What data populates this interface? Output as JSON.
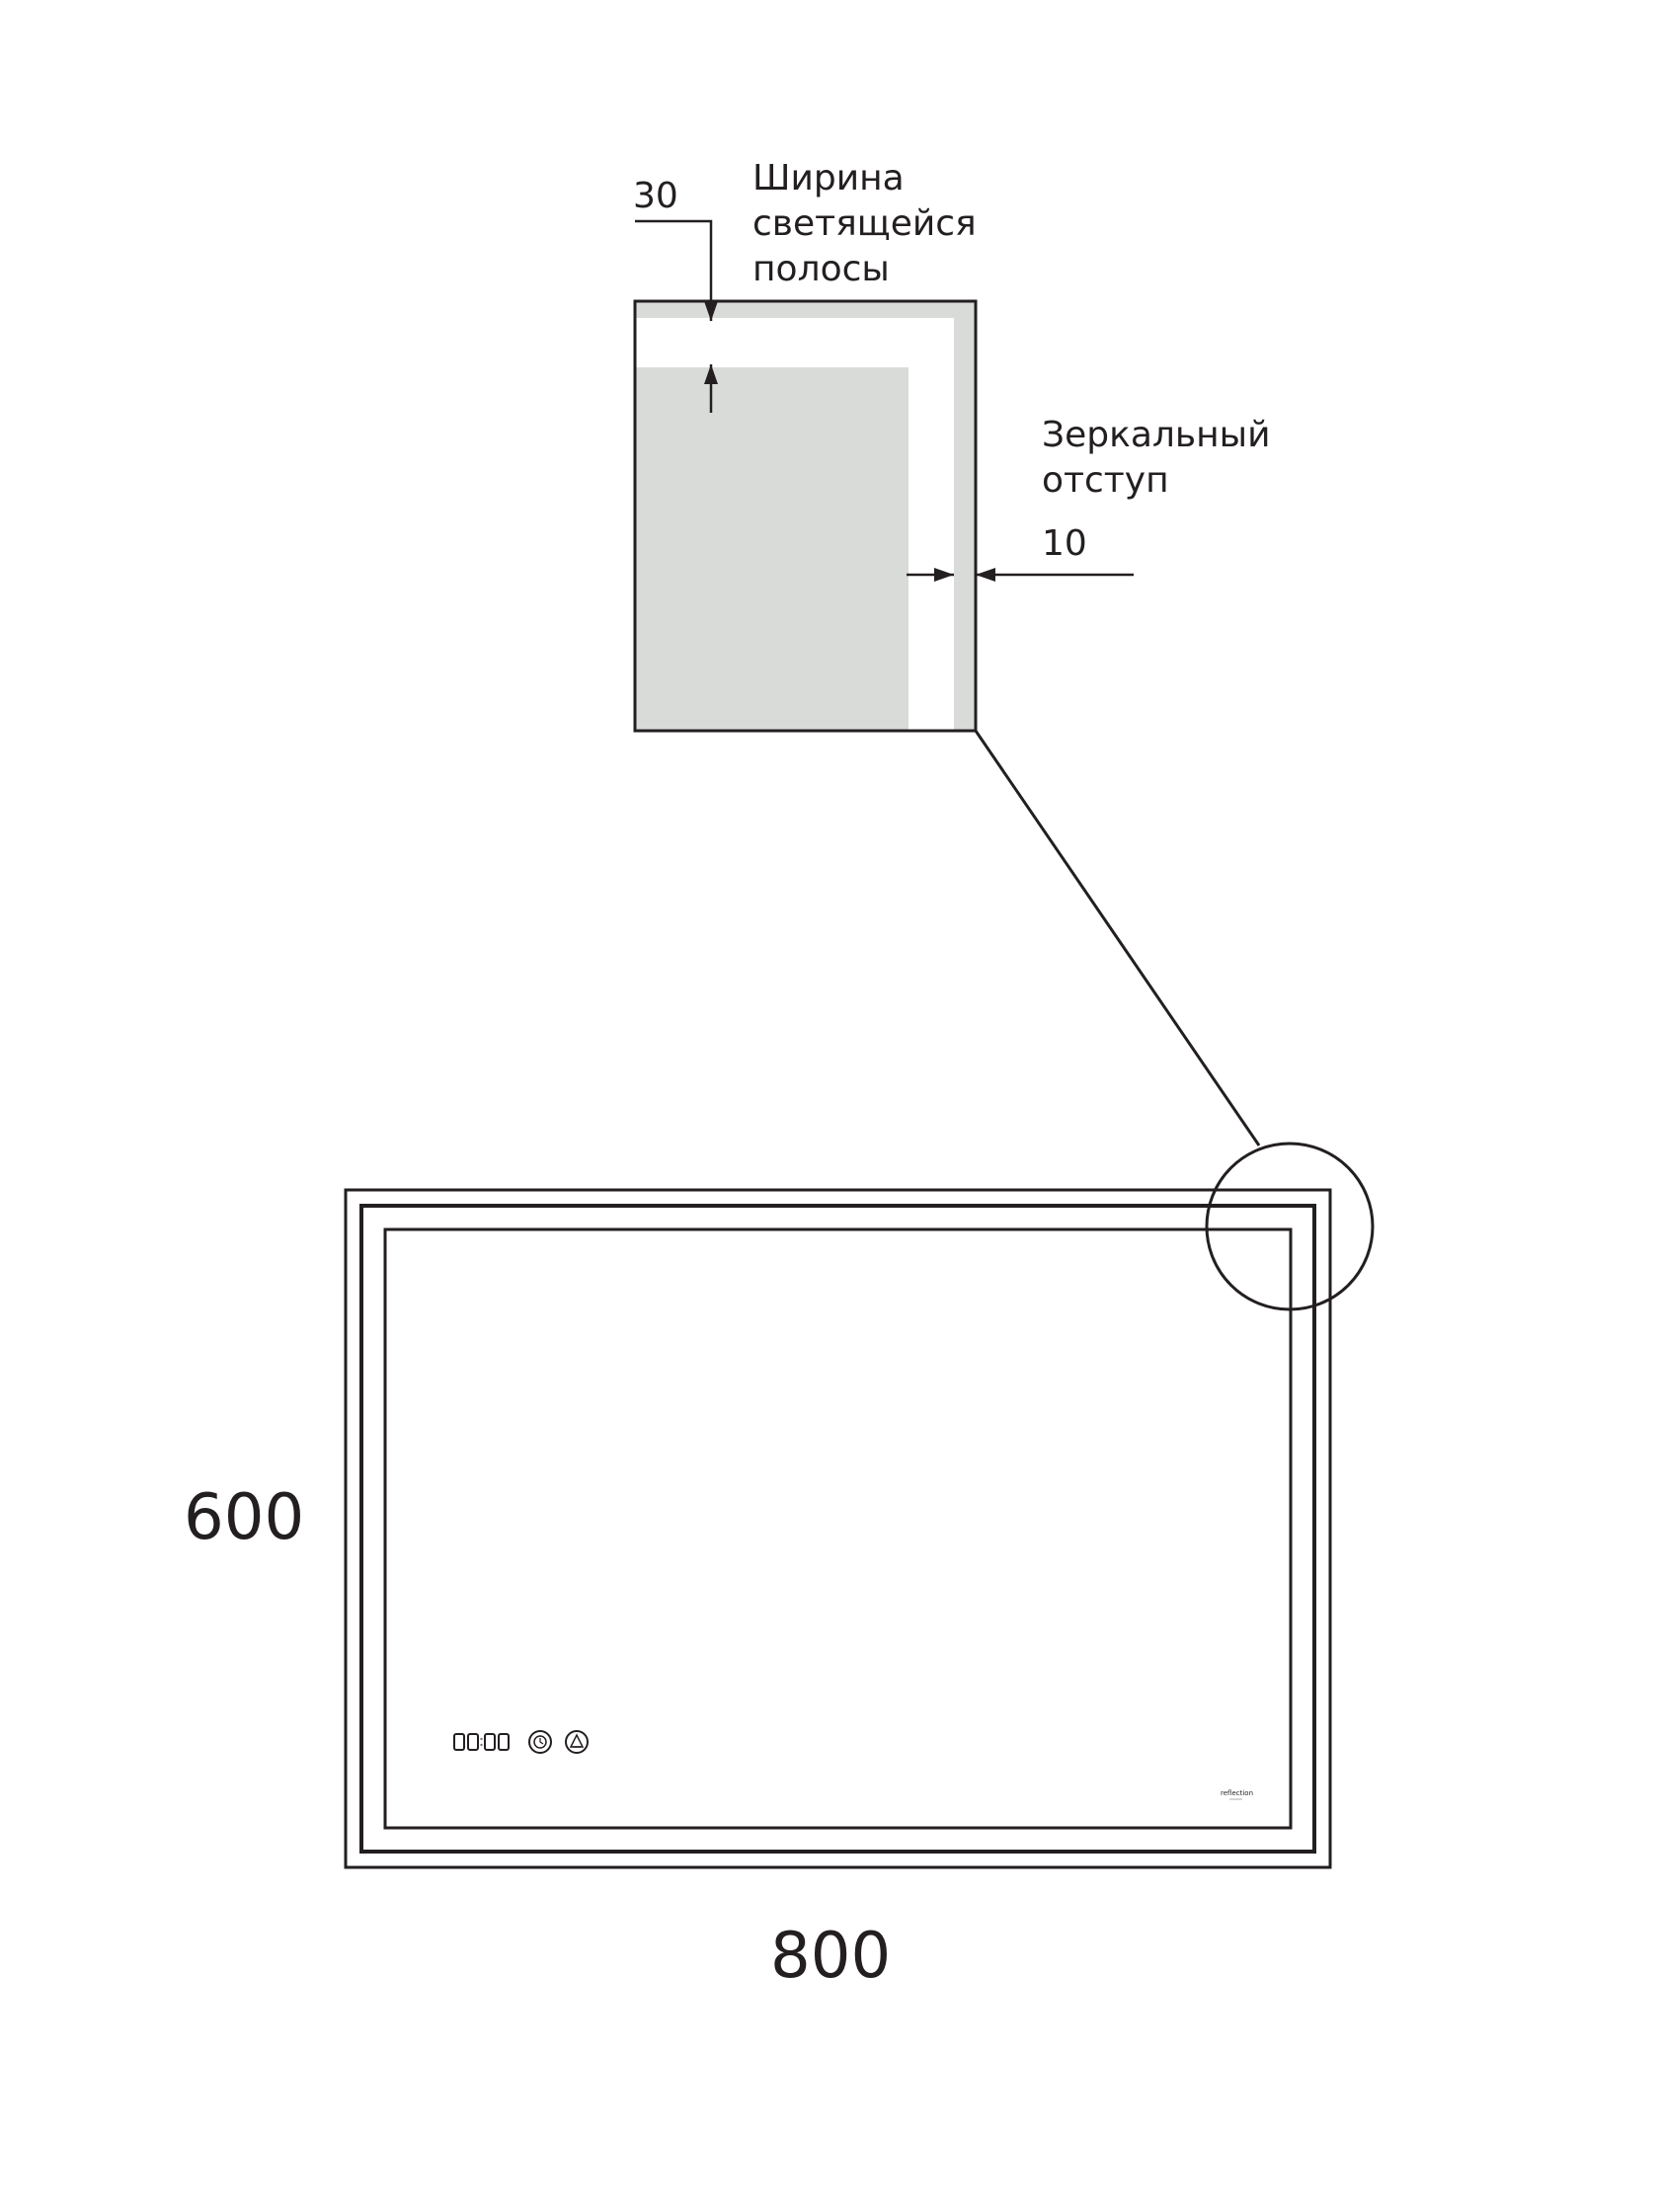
{
  "detail": {
    "strip_width_value": "30",
    "strip_width_label": [
      "Ширина",
      "светящейся",
      "полосы"
    ],
    "offset_value": "10",
    "offset_label": [
      "Зеркальный",
      "отступ"
    ]
  },
  "mirror": {
    "height": "600",
    "width": "800",
    "brand": "reflection"
  },
  "colors": {
    "stroke": "#231f20",
    "mirror_fill": "#d9dbd9",
    "light_strip": "#ffffff"
  }
}
